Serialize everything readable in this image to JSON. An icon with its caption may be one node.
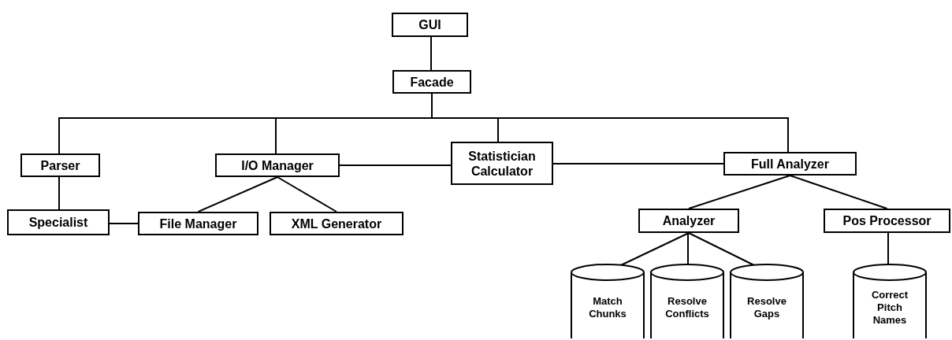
{
  "diagram": {
    "nodes": [
      {
        "text": [
          "GUI"
        ]
      },
      {
        "text": [
          "Facade"
        ]
      },
      {
        "text": [
          "Parser"
        ]
      },
      {
        "text": [
          "I/O Manager"
        ]
      },
      {
        "text": [
          "Statistician Calculator"
        ]
      },
      {
        "text": [
          "Full Analyzer"
        ]
      },
      {
        "text": [
          "Specialist"
        ]
      },
      {
        "text": [
          "File Manager"
        ]
      },
      {
        "text": [
          "XML Generator"
        ]
      },
      {
        "text": [
          "Analyzer"
        ]
      },
      {
        "text": [
          "Pos Processor"
        ]
      },
      {
        "text": [
          "Match Chunks"
        ]
      },
      {
        "text": [
          "Resolve Conflicts"
        ]
      },
      {
        "text": [
          "Resolve Gaps"
        ]
      },
      {
        "text": [
          "Correct Pitch Names"
        ]
      }
    ],
    "edges": [
      {
        "from": 0,
        "to": 1,
        "arrow": "none"
      },
      {
        "from": 1,
        "to": 2,
        "arrow": "none"
      },
      {
        "from": 1,
        "to": 3,
        "arrow": "none"
      },
      {
        "from": 1,
        "to": 4,
        "arrow": "none"
      },
      {
        "from": 1,
        "to": 5,
        "arrow": "none"
      },
      {
        "from": 2,
        "to": 6,
        "arrow": "none"
      },
      {
        "from": 6,
        "to": 7,
        "arrow": "none"
      },
      {
        "from": 3,
        "to": 7,
        "arrow": "none"
      },
      {
        "from": 3,
        "to": 8,
        "arrow": "none"
      },
      {
        "from": 3,
        "to": 4,
        "arrow": "none"
      },
      {
        "from": 4,
        "to": 5,
        "arrow": "none"
      },
      {
        "from": 5,
        "to": 9,
        "arrow": "none"
      },
      {
        "from": 5,
        "to": 10,
        "arrow": "none"
      },
      {
        "from": 9,
        "to": 11,
        "arrow": "none"
      },
      {
        "from": 9,
        "to": 12,
        "arrow": "none"
      },
      {
        "from": 9,
        "to": 13,
        "arrow": "none"
      },
      {
        "from": 10,
        "to": 14,
        "arrow": "none"
      }
    ]
  }
}
